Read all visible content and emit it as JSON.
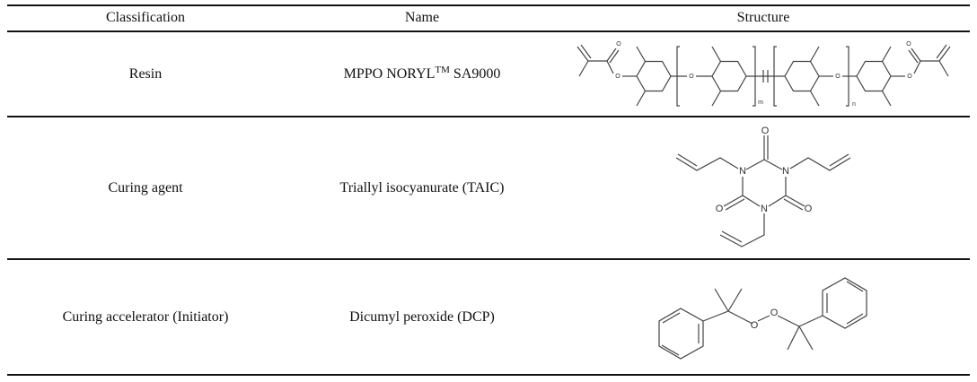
{
  "table": {
    "headers": [
      "Classification",
      "Name",
      "Structure"
    ],
    "rows": [
      {
        "classification": "Resin",
        "name": "MPPO NORYL",
        "name_sup": "TM",
        "name_suffix": " SA9000"
      },
      {
        "classification": "Curing agent",
        "name": "Triallyl isocyanurate (TAIC)"
      },
      {
        "classification": "Curing accelerator (Initiator)",
        "name": "Dicumyl peroxide (DCP)"
      }
    ]
  },
  "atom_labels": {
    "oxygen": "O",
    "nitrogen": "N",
    "m": "m",
    "n": "n"
  }
}
